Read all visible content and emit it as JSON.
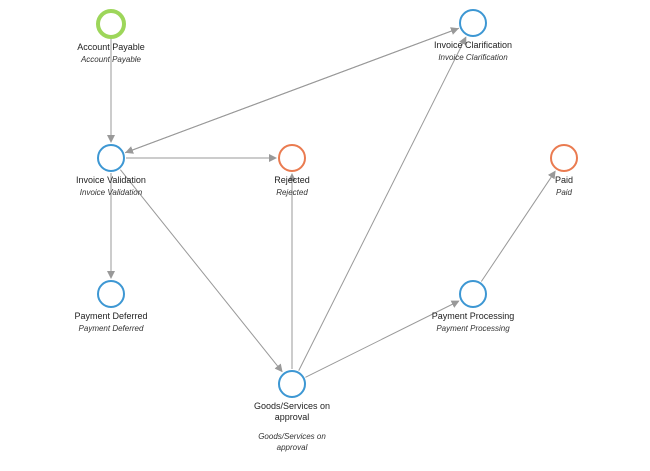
{
  "diagram": {
    "nodes": [
      {
        "id": "account-payable",
        "label": "Account Payable",
        "sublabel": "Account Payable",
        "kind": "start"
      },
      {
        "id": "invoice-validation",
        "label": "Invoice Validation",
        "sublabel": "Invoice Validation",
        "kind": "normal"
      },
      {
        "id": "rejected",
        "label": "Rejected",
        "sublabel": "Rejected",
        "kind": "end"
      },
      {
        "id": "invoice-clarification",
        "label": "Invoice Clarification",
        "sublabel": "Invoice Clarification",
        "kind": "normal"
      },
      {
        "id": "paid",
        "label": "Paid",
        "sublabel": "Paid",
        "kind": "end"
      },
      {
        "id": "payment-deferred",
        "label": "Payment Deferred",
        "sublabel": "Payment Deferred",
        "kind": "normal"
      },
      {
        "id": "payment-processing",
        "label": "Payment Processing",
        "sublabel": "Payment Processing",
        "kind": "normal"
      },
      {
        "id": "goods-services",
        "label": "Goods/Services on approval",
        "sublabel": "Goods/Services on approval",
        "kind": "normal"
      }
    ],
    "edges": [
      {
        "from": "account-payable",
        "to": "invoice-validation"
      },
      {
        "from": "invoice-validation",
        "to": "rejected"
      },
      {
        "from": "invoice-validation",
        "to": "invoice-clarification"
      },
      {
        "from": "invoice-clarification",
        "to": "invoice-validation"
      },
      {
        "from": "invoice-validation",
        "to": "payment-deferred"
      },
      {
        "from": "invoice-validation",
        "to": "goods-services"
      },
      {
        "from": "goods-services",
        "to": "rejected"
      },
      {
        "from": "goods-services",
        "to": "invoice-clarification"
      },
      {
        "from": "goods-services",
        "to": "payment-processing"
      },
      {
        "from": "payment-processing",
        "to": "paid"
      }
    ],
    "colors": {
      "start_ring": "#9dd65a",
      "state_ring": "#3d97d3",
      "end_ring": "#ea7b50",
      "edge": "#999999"
    }
  }
}
